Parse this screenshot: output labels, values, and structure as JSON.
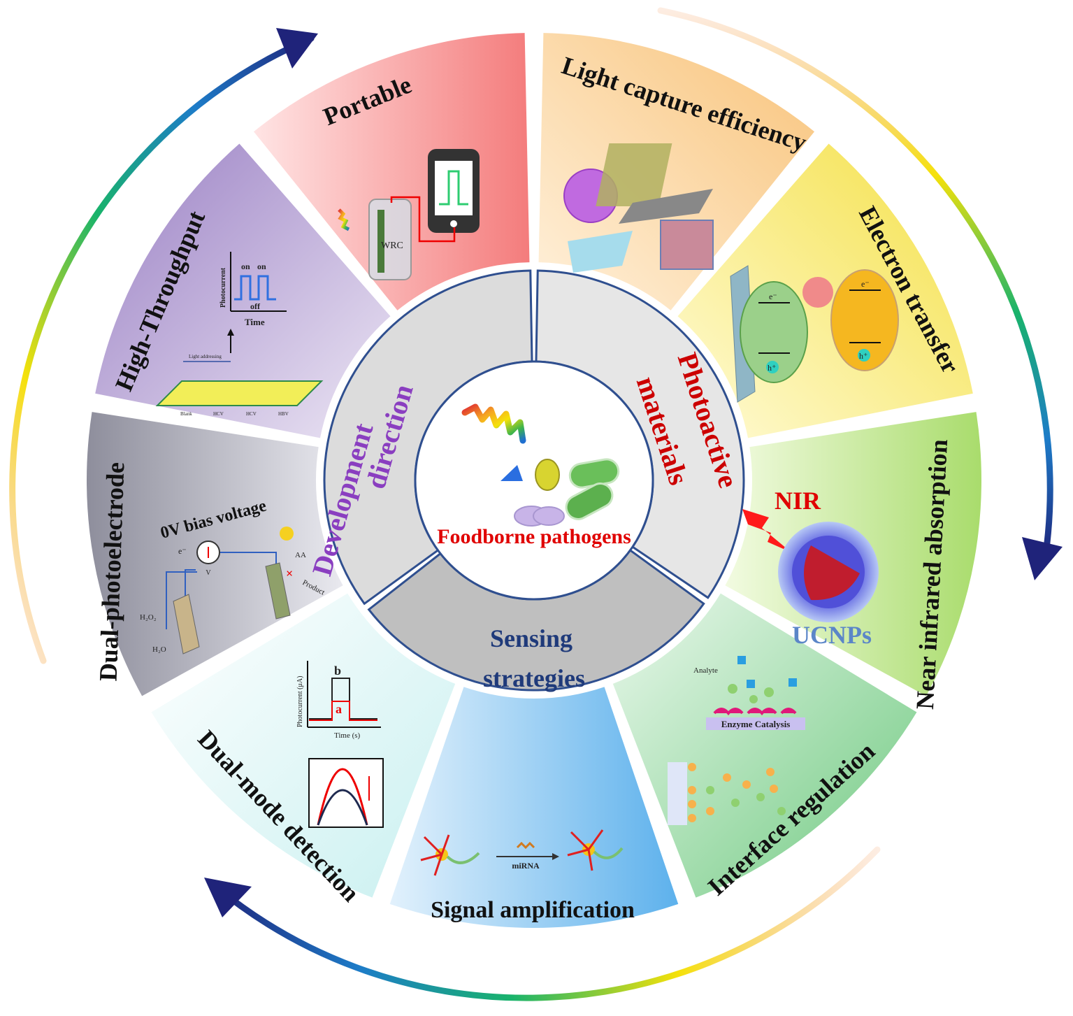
{
  "center": {
    "label": "Foodborne pathogens",
    "label_color": "#e00000"
  },
  "inner_ring": {
    "development": {
      "label_line1": "Development",
      "label_line2": "direction",
      "color": "#8a3ec0"
    },
    "photoactive": {
      "label_line1": "Photoactive",
      "label_line2": "materials",
      "color": "#cc0000"
    },
    "sensing": {
      "label_line1": "Sensing",
      "label_line2": "strategies",
      "color": "#1f3a7a"
    }
  },
  "outer_segments": [
    {
      "id": "portable",
      "label": "Portable"
    },
    {
      "id": "light-capture",
      "label": "Light capture efficiency"
    },
    {
      "id": "electron-transfer",
      "label": "Electron transfer"
    },
    {
      "id": "nir-absorption",
      "label": "Near infrared absorption"
    },
    {
      "id": "interface-regulation",
      "label": "Interface regulation"
    },
    {
      "id": "signal-amplification",
      "label": "Signal amplification"
    },
    {
      "id": "dual-mode",
      "label": "Dual-mode detection"
    },
    {
      "id": "dual-photoelectrode",
      "label": "Dual-photoelectrode"
    },
    {
      "id": "high-throughput",
      "label": "High-Throughput"
    }
  ],
  "illustrations": {
    "portable": {
      "device": "WRC"
    },
    "electron_transfer": {
      "e": "e⁻",
      "h": "h⁺"
    },
    "nir": {
      "nir": "NIR",
      "ucnps": "UCNPs"
    },
    "interface": {
      "analyte": "Analyte",
      "enzyme": "Enzyme Catalysis"
    },
    "signal": {
      "mirna": "miRNA"
    },
    "dual_mode": {
      "ylabel": "Photocurrent (μA)",
      "xlabel": "Time (s)",
      "a": "a",
      "b": "b"
    },
    "dual_photo": {
      "bias": "0V bias voltage",
      "electron": "e⁻",
      "aa": "AA",
      "product": "Product",
      "h2o2": "H₂O₂",
      "h2o": "H₂O",
      "v": "V"
    },
    "high_throughput": {
      "ylabel": "Photocurrent",
      "on": "on",
      "off": "off",
      "xlabel": "Time",
      "light": "Light addressing",
      "cells": [
        "Blank",
        "HCV",
        "HCV",
        "HBV"
      ]
    }
  },
  "colors": {
    "arrow_dark": "#1f237a",
    "center_label": "#e00000",
    "portable": "#f78a8a",
    "light_capture": "#fbd49a",
    "electron_transfer": "#f6e35a",
    "nir": "#b8e07a",
    "interface": "#7fd08c",
    "signal": "#6bb8ee",
    "dual_mode": "#d4f3f3",
    "dual_photo": "#9b9ba8",
    "high_throughput": "#a48bc8"
  }
}
